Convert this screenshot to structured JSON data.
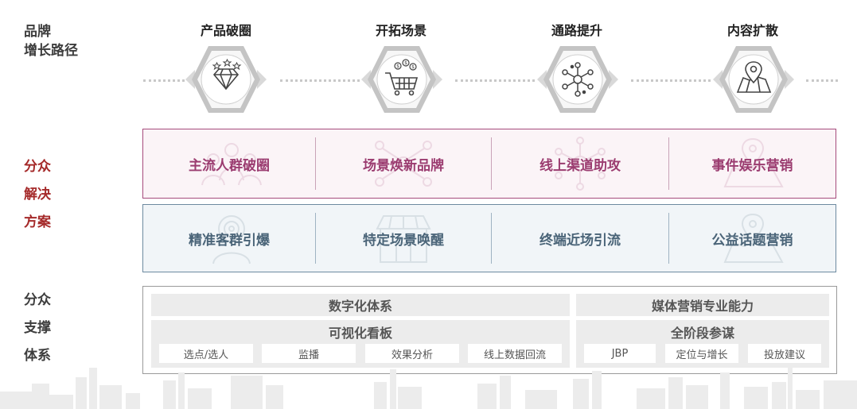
{
  "row_labels": {
    "growth_path": [
      "品牌",
      "增长路径"
    ],
    "solution": [
      "分众",
      "解决",
      "方案"
    ],
    "support": [
      "分众",
      "支撑",
      "体系"
    ]
  },
  "stages": [
    {
      "title": "产品破圈",
      "icon": "diamond-icon"
    },
    {
      "title": "开拓场景",
      "icon": "shopping-cart-icon"
    },
    {
      "title": "通路提升",
      "icon": "network-icon"
    },
    {
      "title": "内容扩散",
      "icon": "map-pin-icon"
    }
  ],
  "solutions_row1": [
    "主流人群破圈",
    "场景焕新品牌",
    "线上渠道助攻",
    "事件娱乐营销"
  ],
  "solutions_row2": [
    "精准客群引爆",
    "特定场景唤醒",
    "终端近场引流",
    "公益话题营销"
  ],
  "support": {
    "digital": {
      "title": "数字化体系",
      "subtitle": "可视化看板",
      "items": [
        "选点/选人",
        "监播",
        "效果分析",
        "线上数据回流"
      ]
    },
    "media": {
      "title": "媒体营销专业能力",
      "subtitle": "全阶段参谋",
      "items": [
        "JBP",
        "定位与增长",
        "投放建议"
      ]
    }
  },
  "colors": {
    "accent_red": "#a52a2a",
    "pink_text": "#9b3c70",
    "blue_text": "#4a6478",
    "pink_border": "#a64b7c",
    "blue_border": "#6d8aa0"
  }
}
